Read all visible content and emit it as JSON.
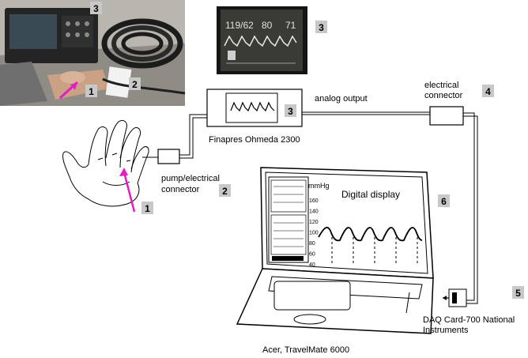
{
  "photo_monitor": {
    "readout_bp": "119/62",
    "readout_hr": "80",
    "readout_other": "71"
  },
  "labels": {
    "analog_output": "analog output",
    "electrical_connector_line1": "electrical",
    "electrical_connector_line2": "connector",
    "finapres": "Finapres Ohmeda 2300",
    "pump_connector_line1": "pump/electrical",
    "pump_connector_line2": "connector",
    "daq_line1": "DAQ Card-700 National",
    "daq_line2": "Instruments",
    "laptop": "Acer, TravelMate 6000",
    "digital_display": "Digital display",
    "mmhg": "mmHg"
  },
  "screen_axis_ticks": [
    "160",
    "140",
    "120",
    "100",
    "80",
    "60",
    "40"
  ],
  "badges": {
    "b1_top": "1",
    "b2_top": "2",
    "b3_top": "3",
    "b3_monitor": "3",
    "b3_device": "3",
    "b4": "4",
    "b1_hand": "1",
    "b2_connector": "2",
    "b6": "6",
    "b5": "5"
  },
  "colors": {
    "badge_bg": "#c8c8c8",
    "arrow": "#e020c0",
    "monitor_bg": "#1a1a1a",
    "monitor_screen": "#3b3b36",
    "line": "#000000"
  }
}
